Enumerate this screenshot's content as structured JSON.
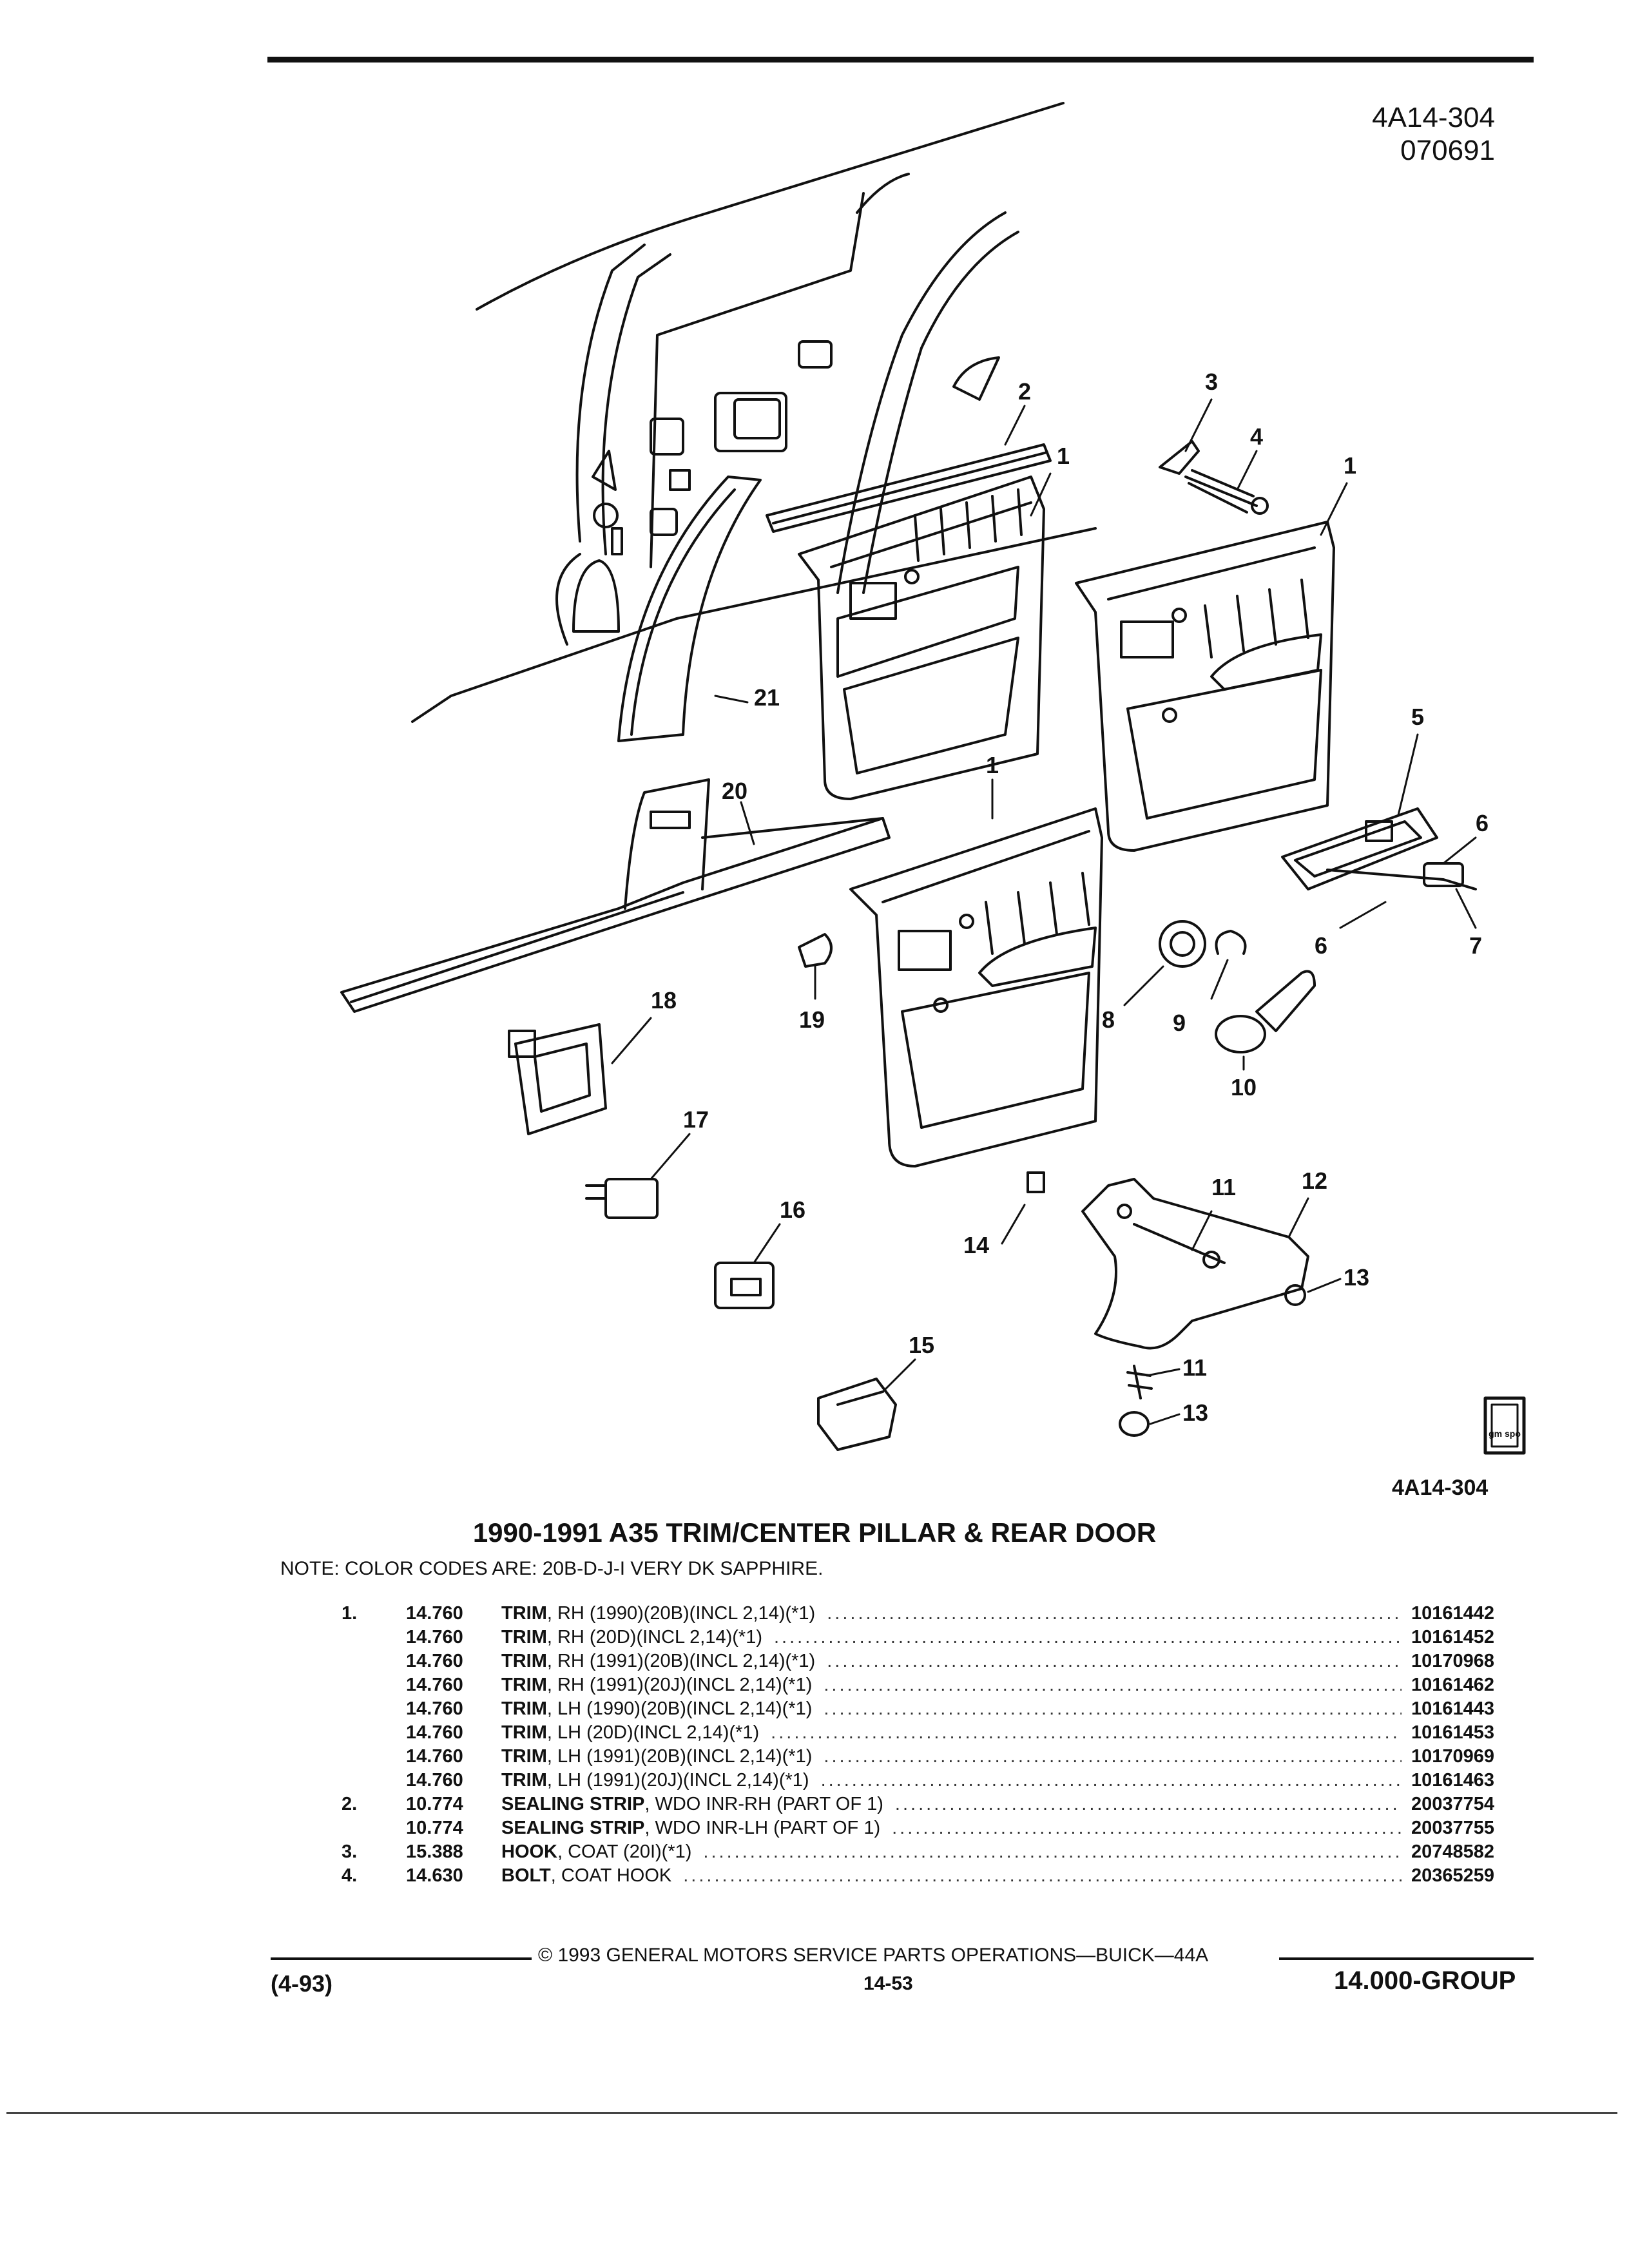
{
  "header": {
    "figure_code": "4A14-304",
    "date_code": "070691"
  },
  "diagram": {
    "figure_label": "4A14-304",
    "callouts": [
      "1",
      "1",
      "1",
      "2",
      "3",
      "4",
      "5",
      "6",
      "6",
      "7",
      "8",
      "9",
      "10",
      "11",
      "11",
      "12",
      "13",
      "13",
      "14",
      "15",
      "16",
      "17",
      "18",
      "19",
      "20",
      "21"
    ],
    "logo_text": "gm spo"
  },
  "title": "1990-1991 A35 TRIM/CENTER PILLAR & REAR DOOR",
  "note": "NOTE:  COLOR CODES ARE: 20B-D-J-I VERY DK SAPPHIRE.",
  "parts": [
    {
      "item": "1.",
      "cat": "14.760",
      "name": "TRIM",
      "detail": ", RH (1990)(20B)(INCL 2,14)(*1)",
      "pn": "10161442"
    },
    {
      "item": "",
      "cat": "14.760",
      "name": "TRIM",
      "detail": ", RH (20D)(INCL 2,14)(*1)",
      "pn": "10161452"
    },
    {
      "item": "",
      "cat": "14.760",
      "name": "TRIM",
      "detail": ", RH (1991)(20B)(INCL 2,14)(*1)",
      "pn": "10170968"
    },
    {
      "item": "",
      "cat": "14.760",
      "name": "TRIM",
      "detail": ", RH (1991)(20J)(INCL 2,14)(*1)",
      "pn": "10161462"
    },
    {
      "item": "",
      "cat": "14.760",
      "name": "TRIM",
      "detail": ", LH (1990)(20B)(INCL 2,14)(*1)",
      "pn": "10161443"
    },
    {
      "item": "",
      "cat": "14.760",
      "name": "TRIM",
      "detail": ", LH (20D)(INCL 2,14)(*1)",
      "pn": "10161453"
    },
    {
      "item": "",
      "cat": "14.760",
      "name": "TRIM",
      "detail": ", LH (1991)(20B)(INCL 2,14)(*1)",
      "pn": "10170969"
    },
    {
      "item": "",
      "cat": "14.760",
      "name": "TRIM",
      "detail": ", LH (1991)(20J)(INCL 2,14)(*1)",
      "pn": "10161463"
    },
    {
      "item": "2.",
      "cat": "10.774",
      "name": "SEALING STRIP",
      "detail": ", WDO INR-RH (PART OF 1)",
      "pn": "20037754"
    },
    {
      "item": "",
      "cat": "10.774",
      "name": "SEALING STRIP",
      "detail": ", WDO INR-LH (PART OF 1)",
      "pn": "20037755"
    },
    {
      "item": "3.",
      "cat": "15.388",
      "name": "HOOK",
      "detail": ", COAT (20I)(*1)",
      "pn": "20748582"
    },
    {
      "item": "4.",
      "cat": "14.630",
      "name": "BOLT",
      "detail": ", COAT HOOK",
      "pn": "20365259"
    }
  ],
  "footer": {
    "copyright": "©  1993  GENERAL MOTORS SERVICE PARTS OPERATIONS—BUICK—44A",
    "date": "(4-93)",
    "page": "14-53",
    "group": "14.000-GROUP"
  }
}
